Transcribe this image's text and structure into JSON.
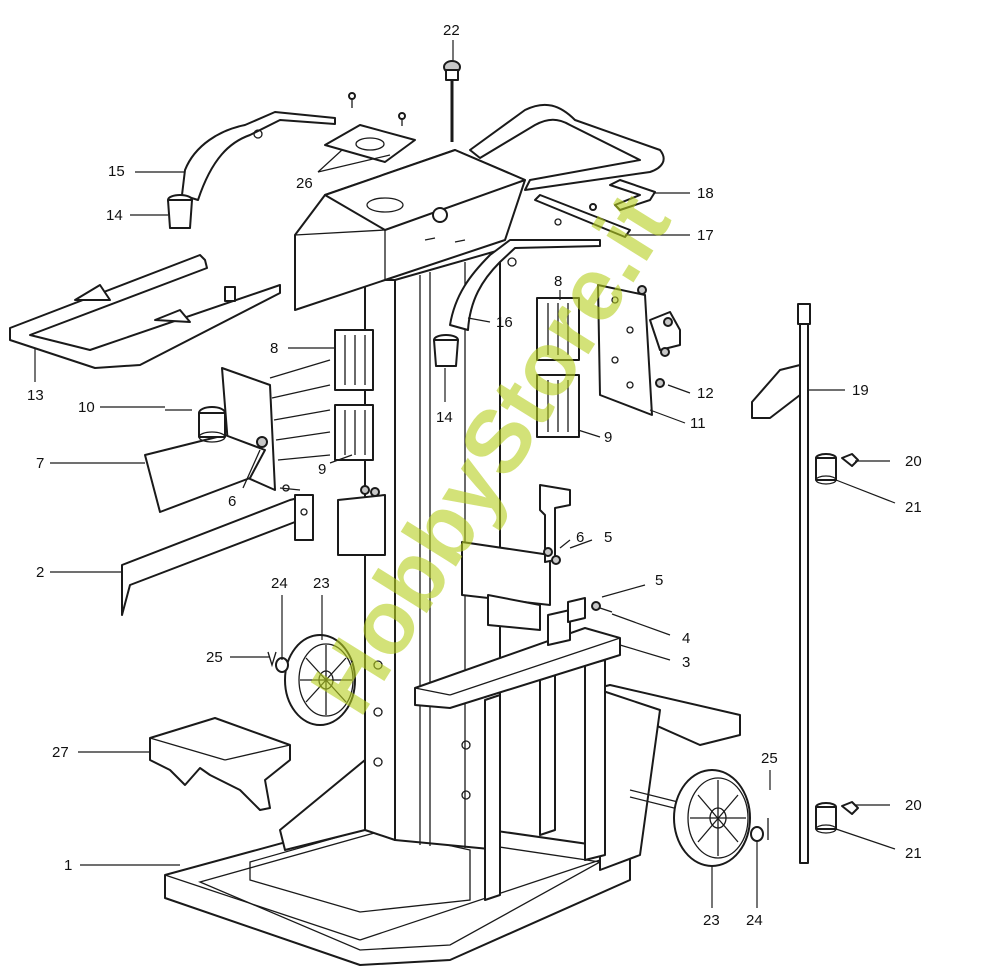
{
  "watermark": "HobbyStore.it",
  "colors": {
    "line": "#1a1a1a",
    "part_fill": "#ffffff",
    "shade_fill": "#c8c8c8",
    "watermark": "#b6cf1f"
  },
  "callouts": [
    "22",
    "26",
    "15",
    "14",
    "18",
    "17",
    "13",
    "8",
    "16",
    "8",
    "12",
    "19",
    "10",
    "11",
    "7",
    "9",
    "14",
    "9",
    "20",
    "6",
    "21",
    "6",
    "5",
    "2",
    "24",
    "23",
    "5",
    "25",
    "4",
    "3",
    "27",
    "25",
    "20",
    "1",
    "21",
    "23",
    "24"
  ]
}
